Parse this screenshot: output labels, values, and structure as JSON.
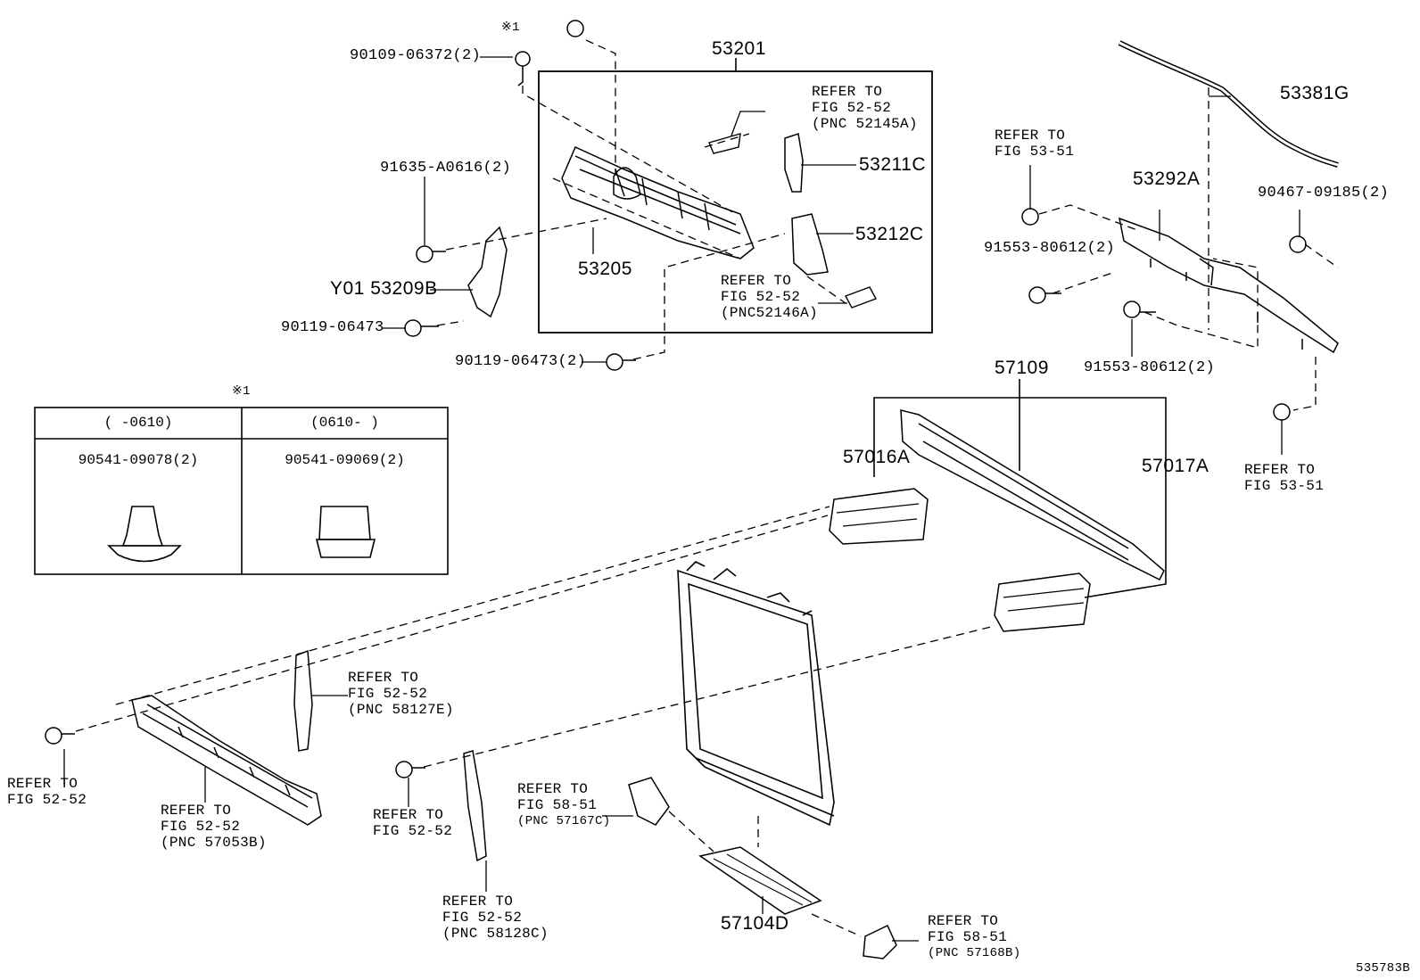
{
  "diagram": {
    "part_numbers": {
      "p53201": "53201",
      "p53205": "53205",
      "p53211c": "53211C",
      "p53212c": "53212C",
      "p53209b": "Y01 53209B",
      "p53381g": "53381G",
      "p53292a": "53292A",
      "p57109": "57109",
      "p57016a": "57016A",
      "p57017a": "57017A",
      "p57104d": "57104D",
      "fig_code": "535783B"
    },
    "fasteners": {
      "f90109": "90109-06372(2)",
      "f91635": "91635-A0616(2)",
      "f90119a": "90119-06473",
      "f90119b": "90119-06473(2)",
      "f90467": "90467-09185(2)",
      "f91553a": "91553-80612(2)",
      "f91553b": "91553-80612(2)",
      "mark1": "※1"
    },
    "refs": {
      "r1": [
        "REFER TO",
        "FIG 52-52",
        "(PNC 52145A)"
      ],
      "r2": [
        "REFER TO",
        "FIG 52-52",
        "(PNC52146A)"
      ],
      "r3": [
        "REFER TO",
        "FIG 53-51"
      ],
      "r4": [
        "REFER TO",
        "FIG 53-51"
      ],
      "r5": [
        "REFER TO",
        "FIG 52-52",
        "(PNC 58127E)"
      ],
      "r6": [
        "REFER TO",
        "FIG 52-52"
      ],
      "r7": [
        "REFER TO",
        "FIG 52-52",
        "(PNC 57053B)"
      ],
      "r8": [
        "REFER TO",
        "FIG 52-52"
      ],
      "r9": [
        "REFER TO",
        "FIG 58-51",
        "(PNC 57167C)"
      ],
      "r10": [
        "REFER TO",
        "FIG 52-52",
        "(PNC 58128C)"
      ],
      "r11": [
        "REFER TO",
        "FIG 58-51",
        "(PNC 57168B)"
      ]
    },
    "table": {
      "mark": "※1",
      "col1_header": "(    -0610)",
      "col2_header": "(0610-    )",
      "col1_part": "90541-09078(2)",
      "col2_part": "90541-09069(2)"
    }
  }
}
